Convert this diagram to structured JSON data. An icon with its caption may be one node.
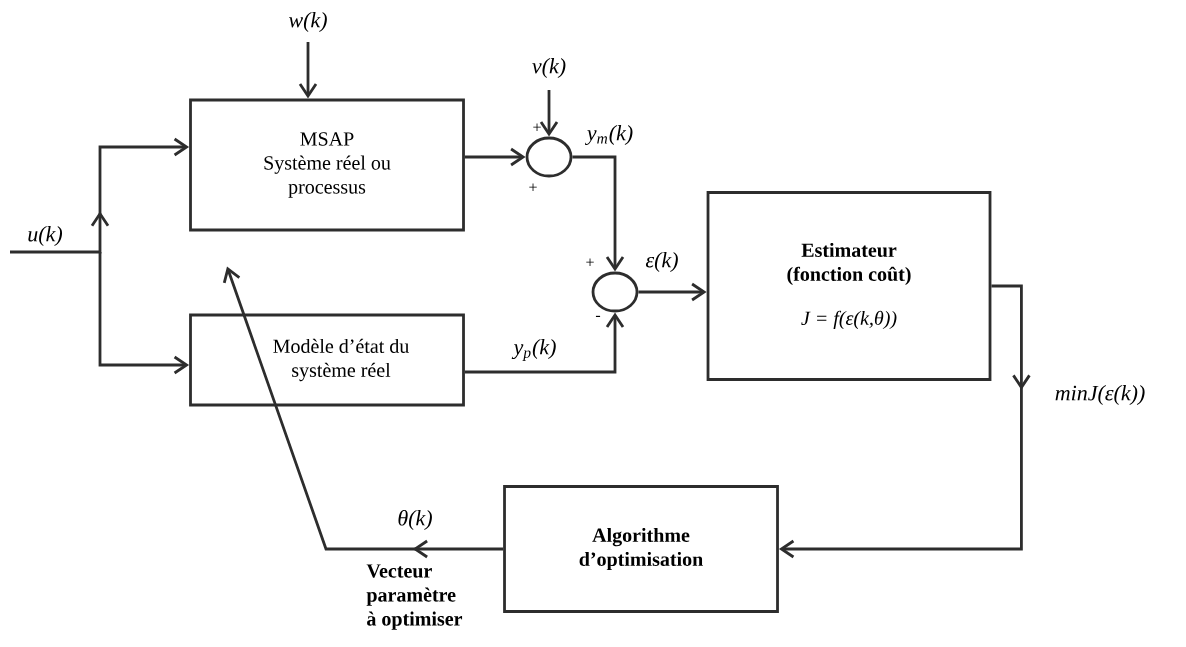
{
  "diagram": {
    "nodes": [
      {
        "text": [
          "MSAP",
          "Système réel ou processus"
        ]
      },
      {
        "text": [
          "Modèle d’état du système réel"
        ]
      },
      {
        "text": [],
        "shape": "circle"
      },
      {
        "text": [],
        "shape": "circle"
      },
      {
        "text": [
          "Estimateur (fonction coût)",
          "J = f(ε(k,θ))"
        ]
      },
      {
        "text": [
          "Algorithme d’optimisation"
        ]
      }
    ],
    "edges": [
      {
        "from": null,
        "to": 0,
        "arrow": "to",
        "label": "u(k)"
      },
      {
        "from": null,
        "to": 1,
        "arrow": "to"
      },
      {
        "from": null,
        "to": 0,
        "arrow": "to",
        "label": "w(k)"
      },
      {
        "from": null,
        "to": 2,
        "arrow": "to",
        "label": "v(k)"
      },
      {
        "from": 0,
        "to": 2,
        "arrow": "to"
      },
      {
        "from": 2,
        "to": 3,
        "arrow": "to",
        "label": "y$_{m}$(k)"
      },
      {
        "from": 1,
        "to": 3,
        "arrow": "to",
        "label": "y$_{p}$(k)"
      },
      {
        "from": 3,
        "to": 4,
        "arrow": "to",
        "label": "ε(k)"
      },
      {
        "from": 4,
        "to": 5,
        "arrow": "to",
        "label": "minJ(ε(k))"
      },
      {
        "from": 5,
        "to": 1,
        "arrow": "to",
        "label": "θ(k)"
      }
    ],
    "labels": [
      "+",
      "+",
      "+",
      "-",
      "Vecteur paramètre à optimiser"
    ]
  }
}
